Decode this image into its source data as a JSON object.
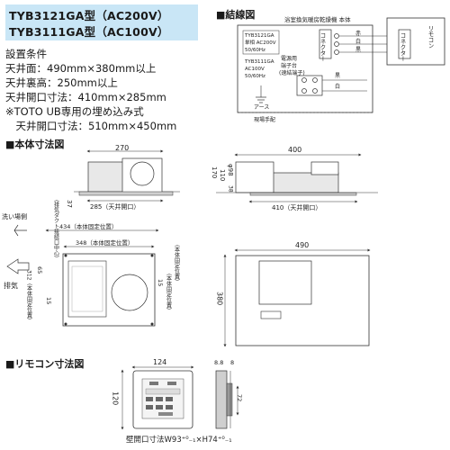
{
  "title": {
    "line1": "TYB3121GA型（AC200V）",
    "line2": "TYB3111GA型（AC100V）"
  },
  "install_conditions": {
    "heading": "設置条件",
    "lines": [
      "天井面：490mm×380mm以上",
      "天井裏高：250mm以上",
      "天井開口寸法：410mm×285mm",
      "※TOTO UB専用の埋め込み式",
      "　天井開口寸法：510mm×450mm"
    ]
  },
  "wiring": {
    "heading": "■結線図",
    "unit_title": "浴室換気暖房乾燥機 本体",
    "connector_label": "コネクター",
    "remote_label": "リモコン",
    "model_200v": [
      "TYB3121GA",
      "単相 AC200V",
      "50/60Hz"
    ],
    "model_100v": [
      "TYB3111GA",
      "AC100V",
      "50/60Hz"
    ],
    "terminal_label": [
      "電源用",
      "端子台",
      "(速結端子)"
    ],
    "wire_colors_remote": [
      "赤",
      "白",
      "黒"
    ],
    "wire_colors_power": [
      "黒",
      "白"
    ],
    "earth_label": "アース",
    "field_note": "現場手配"
  },
  "body_dims": {
    "heading": "■本体寸法図",
    "front_top": "270",
    "front_side_a": "37",
    "front_opening": "285（天井開口）",
    "side_top": "400",
    "side_height": "170",
    "side_mid": "110",
    "side_duct": "φ98",
    "side_lower": "38",
    "side_opening": "410（天井開口）",
    "plan_fix1": "434（本体固定位置）",
    "plan_fix2": "348（本体固定位置）",
    "plan_diag": "（排気ダクト接続口中心）",
    "plan_left_vert": "312（本体固定位置）",
    "plan_left_65": "65",
    "plan_left_15": "15",
    "plan_right_15": "15",
    "plan_right_label": "（本体固定位置）",
    "plan_right_rot": "（本体固定位置）",
    "wash_side": "洗い場側",
    "exhaust": "排気",
    "bottom_width": "490",
    "bottom_height": "380"
  },
  "remote_dims": {
    "heading": "■リモコン寸法図",
    "width": "124",
    "height": "120",
    "depth_a": "8.8",
    "depth_b": "8",
    "depth_c": "72",
    "opening_note": "壁開口寸法W93⁺⁰₋₁×H74⁺⁰₋₁"
  },
  "colors": {
    "title_bg": "#c9e6f6",
    "line": "#333333",
    "fill_grey": "#cfcfcf",
    "dark": "#666666"
  }
}
